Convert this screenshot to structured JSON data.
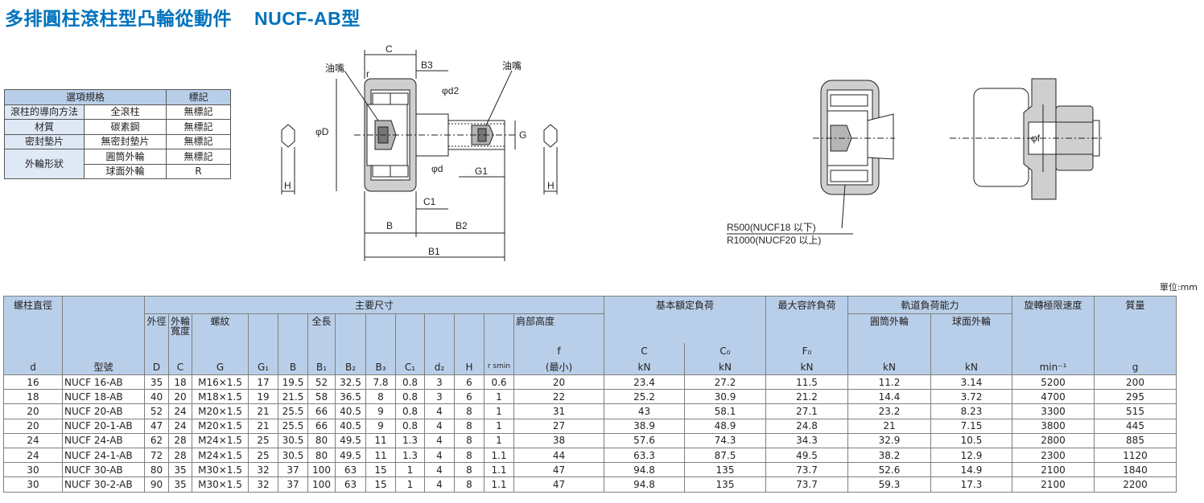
{
  "title": {
    "main": "多排圓柱滾柱型凸輪從動件",
    "model": "NUCF-AB型"
  },
  "option_table": {
    "header": [
      "選項規格",
      "標記"
    ],
    "rows": [
      {
        "spec": "滾柱的導向方法",
        "detail": "全滾柱",
        "mark": "無標記"
      },
      {
        "spec": "材質",
        "detail": "碳素鋼",
        "mark": "無標記"
      },
      {
        "spec": "密封墊片",
        "detail": "無密封墊片",
        "mark": "無標記"
      },
      {
        "spec": "外輪形狀",
        "detail": "圓筒外輪",
        "mark": "無標記"
      },
      {
        "spec": "",
        "detail": "球面外輪",
        "mark": "R"
      }
    ]
  },
  "drawing_labels": {
    "oil_left": "油嘴",
    "oil_right": "油嘴",
    "C": "C",
    "B3": "B3",
    "r": "r",
    "d2": "φd2",
    "D": "φD",
    "G": "G",
    "d": "φd",
    "G1": "G1",
    "H_left": "H",
    "H_right": "H",
    "C1": "C1",
    "B": "B",
    "B2": "B2",
    "B1": "B1",
    "f": "φf",
    "r500": "R500(NUCF18 以下)",
    "r1000": "R1000(NUCF20 以上)"
  },
  "unit_label": "單位:mm",
  "table": {
    "h_screw_dia": "螺柱直徑",
    "h_main_dims": "主要尺寸",
    "h_outer_dia": "外徑",
    "h_outer_width": "外輪寬度",
    "h_thread": "螺紋",
    "h_total_len": "全長",
    "h_shoulder": "肩部高度",
    "h_basic_load": "基本額定負荷",
    "h_max_load": "最大容許負荷",
    "h_track_load": "軌道負荷能力",
    "h_cyl_outer": "圓筒外輪",
    "h_sph_outer": "球面外輪",
    "h_speed": "旋轉極限速度",
    "h_mass": "質量",
    "sym": {
      "f": "f",
      "C": "C",
      "C0": "C₀",
      "F0": "F₀"
    },
    "units": {
      "kN1": "kN",
      "kN2": "kN",
      "kN3": "kN",
      "kN4": "kN",
      "kN5": "kN",
      "speed": "min⁻¹",
      "mass": "g"
    },
    "sym_row": {
      "d": "d",
      "model": "型號",
      "D": "D",
      "C": "C",
      "G": "G",
      "G1": "G₁",
      "B": "B",
      "B1": "B₁",
      "B2": "B₂",
      "B3": "B₃",
      "C1": "C₁",
      "d2": "d₂",
      "H": "H",
      "rs": "r smin",
      "f_min": "(最小)"
    },
    "rows": [
      {
        "d": "16",
        "model": "NUCF 16-AB",
        "D": "35",
        "C": "18",
        "G": "M16×1.5",
        "G1": "17",
        "B": "19.5",
        "B1": "52",
        "B2": "32.5",
        "B3": "7.8",
        "C1": "0.8",
        "d2": "3",
        "H": "6",
        "r": "0.6",
        "f": "20",
        "Cr": "23.4",
        "C0": "27.2",
        "F0": "11.5",
        "cyl": "11.2",
        "sph": "3.14",
        "speed": "5200",
        "mass": "200"
      },
      {
        "d": "18",
        "model": "NUCF 18-AB",
        "D": "40",
        "C": "20",
        "G": "M18×1.5",
        "G1": "19",
        "B": "21.5",
        "B1": "58",
        "B2": "36.5",
        "B3": "8",
        "C1": "0.8",
        "d2": "3",
        "H": "6",
        "r": "1",
        "f": "22",
        "Cr": "25.2",
        "C0": "30.9",
        "F0": "21.2",
        "cyl": "14.4",
        "sph": "3.72",
        "speed": "4700",
        "mass": "295"
      },
      {
        "d": "20",
        "model": "NUCF 20-AB",
        "D": "52",
        "C": "24",
        "G": "M20×1.5",
        "G1": "21",
        "B": "25.5",
        "B1": "66",
        "B2": "40.5",
        "B3": "9",
        "C1": "0.8",
        "d2": "4",
        "H": "8",
        "r": "1",
        "f": "31",
        "Cr": "43",
        "C0": "58.1",
        "F0": "27.1",
        "cyl": "23.2",
        "sph": "8.23",
        "speed": "3300",
        "mass": "515"
      },
      {
        "d": "20",
        "model": "NUCF 20-1-AB",
        "D": "47",
        "C": "24",
        "G": "M20×1.5",
        "G1": "21",
        "B": "25.5",
        "B1": "66",
        "B2": "40.5",
        "B3": "9",
        "C1": "0.8",
        "d2": "4",
        "H": "8",
        "r": "1",
        "f": "27",
        "Cr": "38.9",
        "C0": "48.9",
        "F0": "24.8",
        "cyl": "21",
        "sph": "7.15",
        "speed": "3800",
        "mass": "445"
      },
      {
        "d": "24",
        "model": "NUCF 24-AB",
        "D": "62",
        "C": "28",
        "G": "M24×1.5",
        "G1": "25",
        "B": "30.5",
        "B1": "80",
        "B2": "49.5",
        "B3": "11",
        "C1": "1.3",
        "d2": "4",
        "H": "8",
        "r": "1",
        "f": "38",
        "Cr": "57.6",
        "C0": "74.3",
        "F0": "34.3",
        "cyl": "32.9",
        "sph": "10.5",
        "speed": "2800",
        "mass": "885"
      },
      {
        "d": "24",
        "model": "NUCF 24-1-AB",
        "D": "72",
        "C": "28",
        "G": "M24×1.5",
        "G1": "25",
        "B": "30.5",
        "B1": "80",
        "B2": "49.5",
        "B3": "11",
        "C1": "1.3",
        "d2": "4",
        "H": "8",
        "r": "1.1",
        "f": "44",
        "Cr": "63.3",
        "C0": "87.5",
        "F0": "49.5",
        "cyl": "38.2",
        "sph": "12.9",
        "speed": "2300",
        "mass": "1120"
      },
      {
        "d": "30",
        "model": "NUCF 30-AB",
        "D": "80",
        "C": "35",
        "G": "M30×1.5",
        "G1": "32",
        "B": "37",
        "B1": "100",
        "B2": "63",
        "B3": "15",
        "C1": "1",
        "d2": "4",
        "H": "8",
        "r": "1.1",
        "f": "47",
        "Cr": "94.8",
        "C0": "135",
        "F0": "73.7",
        "cyl": "52.6",
        "sph": "14.9",
        "speed": "2100",
        "mass": "1840"
      },
      {
        "d": "30",
        "model": "NUCF 30-2-AB",
        "D": "90",
        "C": "35",
        "G": "M30×1.5",
        "G1": "32",
        "B": "37",
        "B1": "100",
        "B2": "63",
        "B3": "15",
        "C1": "1",
        "d2": "4",
        "H": "8",
        "r": "1.1",
        "f": "47",
        "Cr": "94.8",
        "C0": "135",
        "F0": "73.7",
        "cyl": "59.3",
        "sph": "17.3",
        "speed": "2100",
        "mass": "2200"
      }
    ]
  }
}
